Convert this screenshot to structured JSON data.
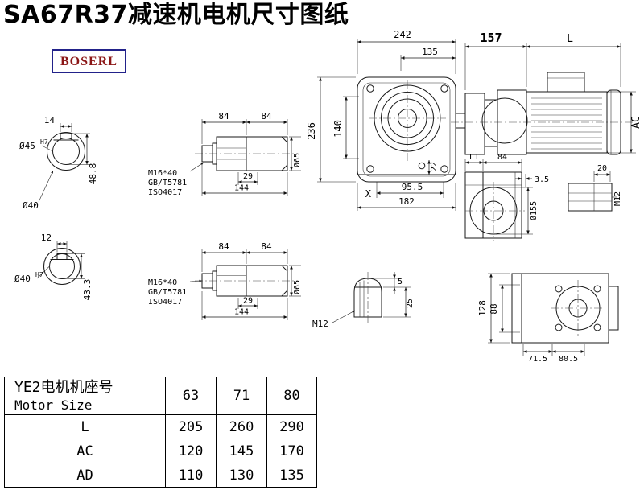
{
  "title": "SA67R37减速机电机尺寸图纸",
  "logo": "BOSERL",
  "drawings": {
    "bore_top": {
      "keyway_width": "14",
      "bore": "Ø45",
      "tolerance": "H7",
      "keyway_depth": "48.8",
      "shaft_dia": "Ø40"
    },
    "bore_bottom": {
      "keyway_width": "12",
      "bore": "Ø40",
      "tolerance": "H7",
      "keyway_depth": "43.3"
    },
    "shaft_top": {
      "dim_84a": "84",
      "dim_84b": "84",
      "thread": "M16*40",
      "standard1": "GB/T5781",
      "standard2": "ISO4017",
      "dim_29": "29",
      "dim_144": "144",
      "dia": "Ø65"
    },
    "shaft_bottom": {
      "dim_84a": "84",
      "dim_84b": "84",
      "thread": "M16*40",
      "standard1": "GB/T5781",
      "standard2": "ISO4017",
      "dim_29": "29",
      "dim_144": "144",
      "dia": "Ø65"
    },
    "front_view": {
      "width": "242",
      "width_inner": "135",
      "height": "236",
      "height_inner": "140",
      "dim_22": "22",
      "dim_95_5": "95.5",
      "dim_182": "182",
      "marker": "X"
    },
    "motor": {
      "dim_157": "157",
      "length": "L",
      "height": "AC"
    },
    "side_view": {
      "dim_l1": "L1",
      "dim_84": "84",
      "dim_3_5": "3.5",
      "dim_20": "20",
      "flange_dia": "Ø155",
      "thread": "M12"
    },
    "back_view": {
      "dim_128": "128",
      "dim_88": "88",
      "dim_71_5": "71.5",
      "dim_80_5": "80.5"
    },
    "key_detail": {
      "dim_5": "5",
      "dim_25": "25",
      "thread": "M12"
    }
  },
  "table": {
    "header_cn": "YE2电机机座号",
    "header_en": "Motor Size",
    "sizes": [
      "63",
      "71",
      "80"
    ],
    "rows": [
      {
        "label": "L",
        "values": [
          "205",
          "260",
          "290"
        ]
      },
      {
        "label": "AC",
        "values": [
          "120",
          "145",
          "170"
        ]
      },
      {
        "label": "AD",
        "values": [
          "110",
          "130",
          "135"
        ]
      }
    ]
  }
}
